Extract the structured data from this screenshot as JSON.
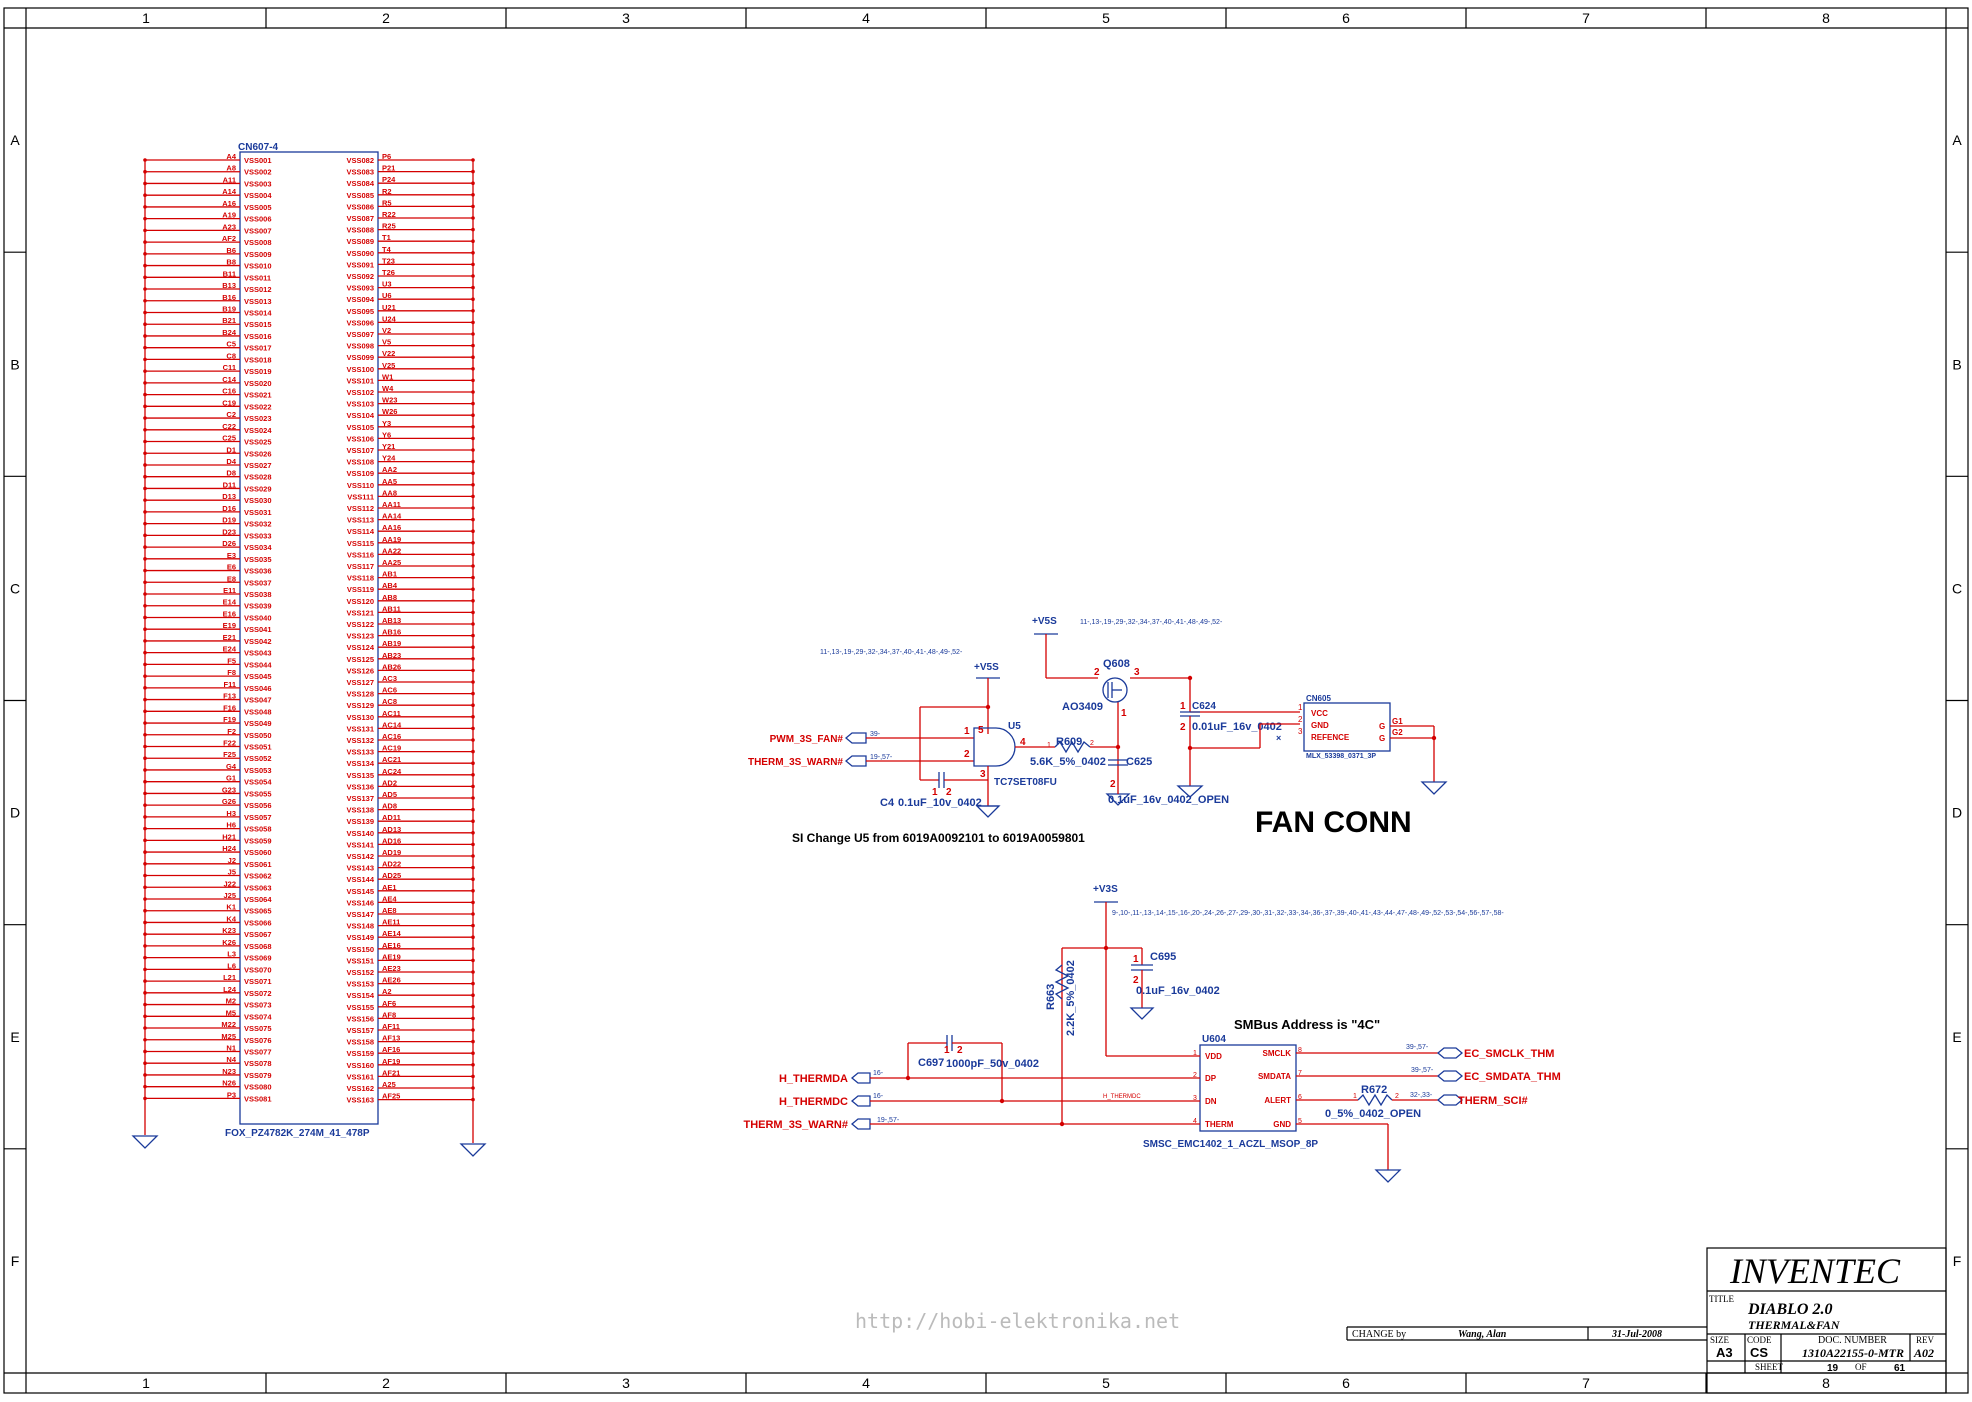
{
  "frame": {
    "columns": [
      "1",
      "2",
      "3",
      "4",
      "5",
      "6",
      "7",
      "8"
    ],
    "rows": [
      "A",
      "B",
      "C",
      "D",
      "E",
      "F"
    ]
  },
  "connector": {
    "ref": "CN607-4",
    "part": "FOX_PZ4782K_274M_41_478P",
    "left_pins": [
      "A4",
      "A8",
      "A11",
      "A14",
      "A16",
      "A19",
      "A23",
      "AF2",
      "B6",
      "B8",
      "B11",
      "B13",
      "B16",
      "B19",
      "B21",
      "B24",
      "C5",
      "C8",
      "C11",
      "C14",
      "C16",
      "C19",
      "C2",
      "C22",
      "C25",
      "D1",
      "D4",
      "D8",
      "D11",
      "D13",
      "D16",
      "D19",
      "D23",
      "D26",
      "E3",
      "E6",
      "E8",
      "E11",
      "E14",
      "E16",
      "E19",
      "E21",
      "E24",
      "F5",
      "F8",
      "F11",
      "F13",
      "F16",
      "F19",
      "F2",
      "F22",
      "F25",
      "G4",
      "G1",
      "G23",
      "G26",
      "H3",
      "H6",
      "H21",
      "H24",
      "J2",
      "J5",
      "J22",
      "J25",
      "K1",
      "K4",
      "K23",
      "K26",
      "L3",
      "L6",
      "L21",
      "L24",
      "M2",
      "M5",
      "M22",
      "M25",
      "N1",
      "N4",
      "N23",
      "N26",
      "P3"
    ],
    "left_nets": [
      "VSS001",
      "VSS002",
      "VSS003",
      "VSS004",
      "VSS005",
      "VSS006",
      "VSS007",
      "VSS008",
      "VSS009",
      "VSS010",
      "VSS011",
      "VSS012",
      "VSS013",
      "VSS014",
      "VSS015",
      "VSS016",
      "VSS017",
      "VSS018",
      "VSS019",
      "VSS020",
      "VSS021",
      "VSS022",
      "VSS023",
      "VSS024",
      "VSS025",
      "VSS026",
      "VSS027",
      "VSS028",
      "VSS029",
      "VSS030",
      "VSS031",
      "VSS032",
      "VSS033",
      "VSS034",
      "VSS035",
      "VSS036",
      "VSS037",
      "VSS038",
      "VSS039",
      "VSS040",
      "VSS041",
      "VSS042",
      "VSS043",
      "VSS044",
      "VSS045",
      "VSS046",
      "VSS047",
      "VSS048",
      "VSS049",
      "VSS050",
      "VSS051",
      "VSS052",
      "VSS053",
      "VSS054",
      "VSS055",
      "VSS056",
      "VSS057",
      "VSS058",
      "VSS059",
      "VSS060",
      "VSS061",
      "VSS062",
      "VSS063",
      "VSS064",
      "VSS065",
      "VSS066",
      "VSS067",
      "VSS068",
      "VSS069",
      "VSS070",
      "VSS071",
      "VSS072",
      "VSS073",
      "VSS074",
      "VSS075",
      "VSS076",
      "VSS077",
      "VSS078",
      "VSS079",
      "VSS080",
      "VSS081"
    ],
    "right_nets": [
      "VSS082",
      "VSS083",
      "VSS084",
      "VSS085",
      "VSS086",
      "VSS087",
      "VSS088",
      "VSS089",
      "VSS090",
      "VSS091",
      "VSS092",
      "VSS093",
      "VSS094",
      "VSS095",
      "VSS096",
      "VSS097",
      "VSS098",
      "VSS099",
      "VSS100",
      "VSS101",
      "VSS102",
      "VSS103",
      "VSS104",
      "VSS105",
      "VSS106",
      "VSS107",
      "VSS108",
      "VSS109",
      "VSS110",
      "VSS111",
      "VSS112",
      "VSS113",
      "VSS114",
      "VSS115",
      "VSS116",
      "VSS117",
      "VSS118",
      "VSS119",
      "VSS120",
      "VSS121",
      "VSS122",
      "VSS123",
      "VSS124",
      "VSS125",
      "VSS126",
      "VSS127",
      "VSS128",
      "VSS129",
      "VSS130",
      "VSS131",
      "VSS132",
      "VSS133",
      "VSS134",
      "VSS135",
      "VSS136",
      "VSS137",
      "VSS138",
      "VSS139",
      "VSS140",
      "VSS141",
      "VSS142",
      "VSS143",
      "VSS144",
      "VSS145",
      "VSS146",
      "VSS147",
      "VSS148",
      "VSS149",
      "VSS150",
      "VSS151",
      "VSS152",
      "VSS153",
      "VSS154",
      "VSS155",
      "VSS156",
      "VSS157",
      "VSS158",
      "VSS159",
      "VSS160",
      "VSS161",
      "VSS162",
      "VSS163"
    ],
    "right_pins": [
      "P6",
      "P21",
      "P24",
      "R2",
      "R5",
      "R22",
      "R25",
      "T1",
      "T4",
      "T23",
      "T26",
      "U3",
      "U6",
      "U21",
      "U24",
      "V2",
      "V5",
      "V22",
      "V25",
      "W1",
      "W4",
      "W23",
      "W26",
      "Y3",
      "Y6",
      "Y21",
      "Y24",
      "AA2",
      "AA5",
      "AA8",
      "AA11",
      "AA14",
      "AA16",
      "AA19",
      "AA22",
      "AA25",
      "AB1",
      "AB4",
      "AB8",
      "AB11",
      "AB13",
      "AB16",
      "AB19",
      "AB23",
      "AB26",
      "AC3",
      "AC6",
      "AC8",
      "AC11",
      "AC14",
      "AC16",
      "AC19",
      "AC21",
      "AC24",
      "AD2",
      "AD5",
      "AD8",
      "AD11",
      "AD13",
      "AD16",
      "AD19",
      "AD22",
      "AD25",
      "AE1",
      "AE4",
      "AE8",
      "AE11",
      "AE14",
      "AE16",
      "AE19",
      "AE23",
      "AE26",
      "A2",
      "AF6",
      "AF8",
      "AF11",
      "AF13",
      "AF16",
      "AF19",
      "AF21",
      "A25",
      "AF25"
    ]
  },
  "fan": {
    "xref_u5": "11-,13-,19-,29-,32-,34-,37-,40-,41-,48-,49-,52-",
    "xref_q608": "11-,13-,19-,29-,32-,34-,37-,40-,41-,48-,49-,52-",
    "v5s_a": "+V5S",
    "v5s_b": "+V5S",
    "pwm_net": "PWM_3S_FAN#",
    "pwm_xref": "39-",
    "therm_net": "THERM_3S_WARN#",
    "therm_xref": "19-,57-",
    "u5_ref": "U5",
    "u5_part": "TC7SET08FU",
    "u5_pin1": "1",
    "u5_pin2": "2",
    "u5_pin3": "3",
    "u5_pin4": "4",
    "u5_pin5": "5",
    "r609_ref": "R609",
    "r609_val": "5.6K_5%_0402",
    "r609_p1": "1",
    "r609_p2": "2",
    "c4x_ref": "C4",
    "c4x_val": "0.1uF_10v_0402",
    "c625_ref": "C625",
    "c625_val": "0.1uF_16v_0402_OPEN",
    "q608_ref": "Q608",
    "q608_part": "AO3409",
    "q_p1": "1",
    "q_p2": "2",
    "q_p3": "3",
    "c624_ref": "C624",
    "c624_val": "0.01uF_16v_0402",
    "cn605_ref": "CN605",
    "cn605_part": "MLX_53398_0371_3P",
    "cn605_pins": [
      "VCC",
      "GND",
      "REFENCE"
    ],
    "cn605_g": [
      "G",
      "G"
    ],
    "cn605_g_nets": [
      "G1",
      "G2"
    ],
    "cap_p1": "1",
    "cap_p2": "2",
    "cap_p3": "3",
    "title": "FAN CONN",
    "note": "SI Change U5 from 6019A0092101 to 6019A0059801"
  },
  "thermal": {
    "v3s": "+V3S",
    "xref": "9-,10-,11-,13-,14-,15-,16-,20-,24-,26-,27-,29-,30-,31-,32-,33-,34-,36-,37-,39-,40-,41-,43-,44-,47-,48-,49-,52-,53-,54-,56-,57-,58-",
    "r663_ref": "R663",
    "r663_val": "2.2K_5%_0402",
    "c695_ref": "C695",
    "c695_val": "0.1uF_16v_0402",
    "c697_ref": "C697",
    "c697_val": "1000pF_50v_0402",
    "smbus_note": "SMBus Address is \"4C\"",
    "u604_ref": "U604",
    "u604_part": "SMSC_EMC1402_1_ACZL_MSOP_8P",
    "u604_left": [
      "VDD",
      "DP",
      "DN",
      "THERM"
    ],
    "u604_right": [
      "SMCLK",
      "SMDATA",
      "ALERT",
      "GND"
    ],
    "u604_lpins": [
      "1",
      "2",
      "3",
      "4"
    ],
    "u604_rpins": [
      "8",
      "7",
      "6",
      "5"
    ],
    "thermda": "H_THERMDA",
    "thermda_xref": "16-",
    "thermdc": "H_THERMDC",
    "thermdc_xref": "16-",
    "thermdc_wire": "H_THERMDC",
    "therm_warn": "THERM_3S_WARN#",
    "therm_warn_xref": "19-,57-",
    "smclk": "EC_SMCLK_THM",
    "smclk_xref": "39-,57-",
    "smdata": "EC_SMDATA_THM",
    "smdata_xref": "39-,57-",
    "sci": "THERM_SCI#",
    "sci_xref": "32-,33-",
    "r672_ref": "R672",
    "r672_val": "0_5%_0402_OPEN",
    "p1": "1",
    "p2": "2"
  },
  "titleblock": {
    "company": "INVENTEC",
    "title_label": "TITLE",
    "title": "DIABLO 2.0",
    "subtitle": "THERMAL&FAN",
    "size_label": "SIZE",
    "size": "A3",
    "code_label": "CODE",
    "code": "CS",
    "doc_label": "DOC. NUMBER",
    "doc": "1310A22155-0-MTR",
    "rev_label": "REV",
    "rev": "A02",
    "change_label": "CHANGE by",
    "change_by": "Wang, Alan",
    "date": "31-Jul-2008",
    "sheet_label": "SHEET",
    "sheet": "19",
    "of_label": "OF",
    "of": "61"
  },
  "watermark": "http://hobi-elektronika.net"
}
